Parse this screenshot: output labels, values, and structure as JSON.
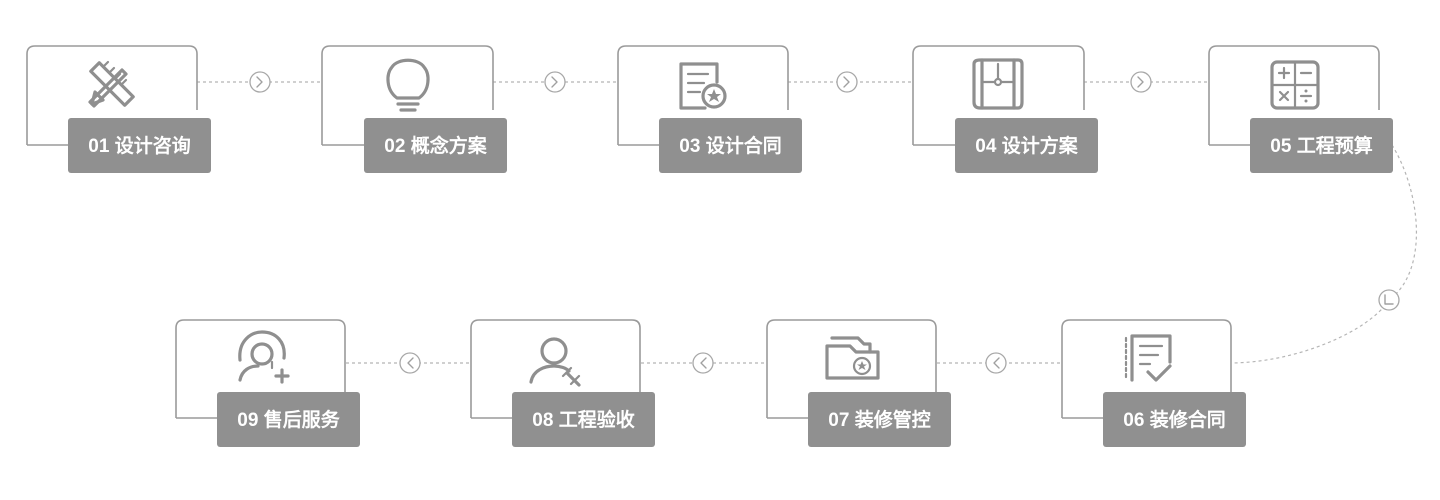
{
  "steps": [
    {
      "label": "01 设计咨询",
      "icon": "ruler-pencil-icon"
    },
    {
      "label": "02 概念方案",
      "icon": "lightbulb-icon"
    },
    {
      "label": "03 设计合同",
      "icon": "contract-icon"
    },
    {
      "label": "04 设计方案",
      "icon": "blueprint-icon"
    },
    {
      "label": "05 工程预算",
      "icon": "calculator-icon"
    },
    {
      "label": "06 装修合同",
      "icon": "checklist-icon"
    },
    {
      "label": "07 装修管控",
      "icon": "folder-icon"
    },
    {
      "label": "08 工程验收",
      "icon": "inspector-icon"
    },
    {
      "label": "09 售后服务",
      "icon": "support-icon"
    }
  ],
  "colors": {
    "frame": "#9a9a9a",
    "label_bg": "#909090",
    "label_text": "#ffffff",
    "connector": "#b5b5b5"
  }
}
